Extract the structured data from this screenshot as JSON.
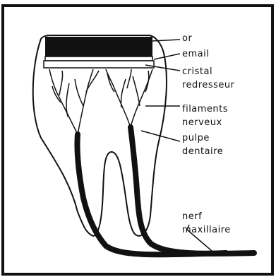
{
  "labels": {
    "or": "or",
    "email": "email",
    "cristal_line1": "cristal",
    "cristal_line2": "redresseur",
    "filaments_line1": "filaments",
    "filaments_line2": "nerveux",
    "pulpe_line1": "pulpe",
    "pulpe_line2": "dentaire",
    "nerf_line1": "nerf",
    "nerf_line2": "maxillaire"
  },
  "colors": {
    "ink": "#111111",
    "paper": "#ffffff"
  }
}
